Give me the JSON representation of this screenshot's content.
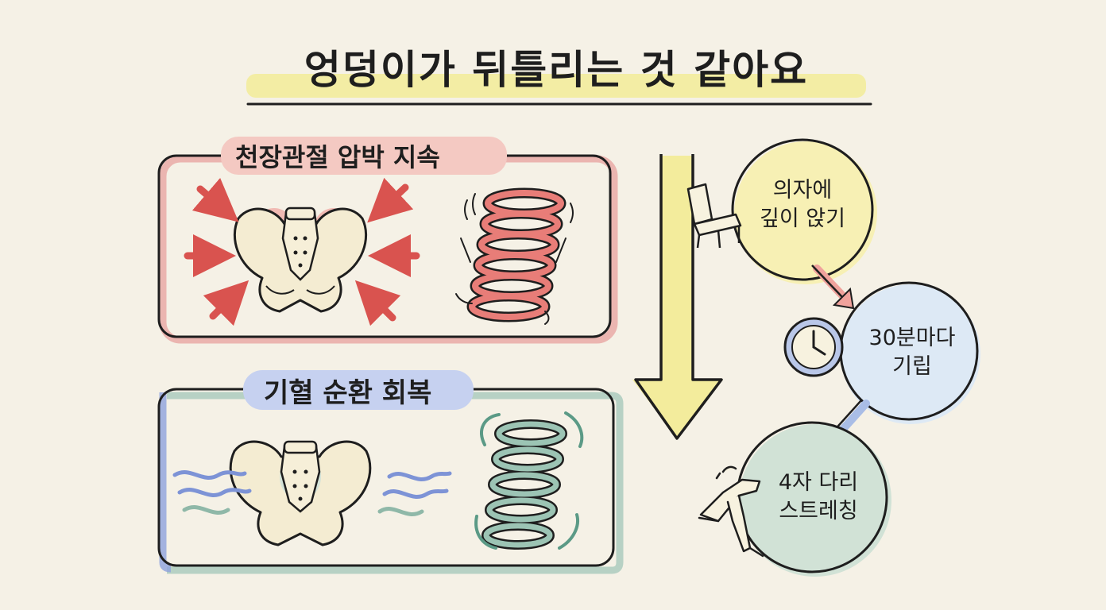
{
  "title": "엉덩이가 뒤틀리는 것 같아요",
  "panels": {
    "compression": {
      "label": "천장관절 압박 지속",
      "color": "#e06a64"
    },
    "recovery": {
      "label": "기혈 순환 회복",
      "color": "#6f86cc"
    }
  },
  "steps": [
    {
      "line1": "의자에",
      "line2": "깊이 앉기",
      "icon": "chair-icon"
    },
    {
      "line1": "30분마다",
      "line2": "기립",
      "icon": "clock-icon"
    },
    {
      "line1": "4자 다리",
      "line2": "스트레칭",
      "icon": "stretching-person-icon"
    }
  ],
  "colors": {
    "background": "#f5f1e6",
    "highlight_yellow": "#f3ec9c",
    "red": "#e06a64",
    "blue": "#7d93d6",
    "green": "#8fb8a8",
    "step1_fill": "#f7f0b4",
    "step2_fill": "#dde9f5",
    "step3_fill": "#d1e2d6"
  }
}
